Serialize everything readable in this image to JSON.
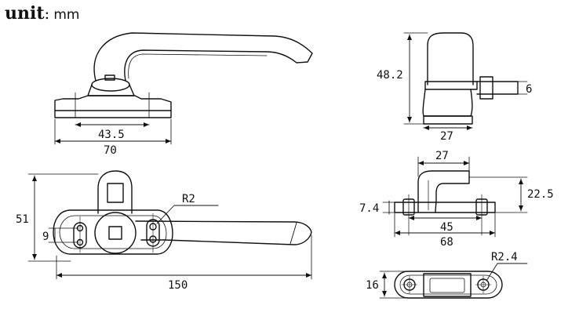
{
  "header": {
    "unit_label": "unit",
    "separator": ":",
    "unit_value": "mm"
  },
  "dimensions": {
    "top_view": {
      "inner_width": "43.5",
      "outer_width": "70"
    },
    "side_view": {
      "height": "48.2",
      "depth": "27",
      "tab": "6"
    },
    "front_view": {
      "height": "51",
      "hole_spacing": "9",
      "length": "150",
      "radius": "R2"
    },
    "base_side_view": {
      "top_width": "27",
      "height": "22.5",
      "base_thickness": "7.4",
      "hole_spacing": "45",
      "base_length": "68"
    },
    "base_plate": {
      "radius": "R2.4",
      "width": "16"
    }
  }
}
